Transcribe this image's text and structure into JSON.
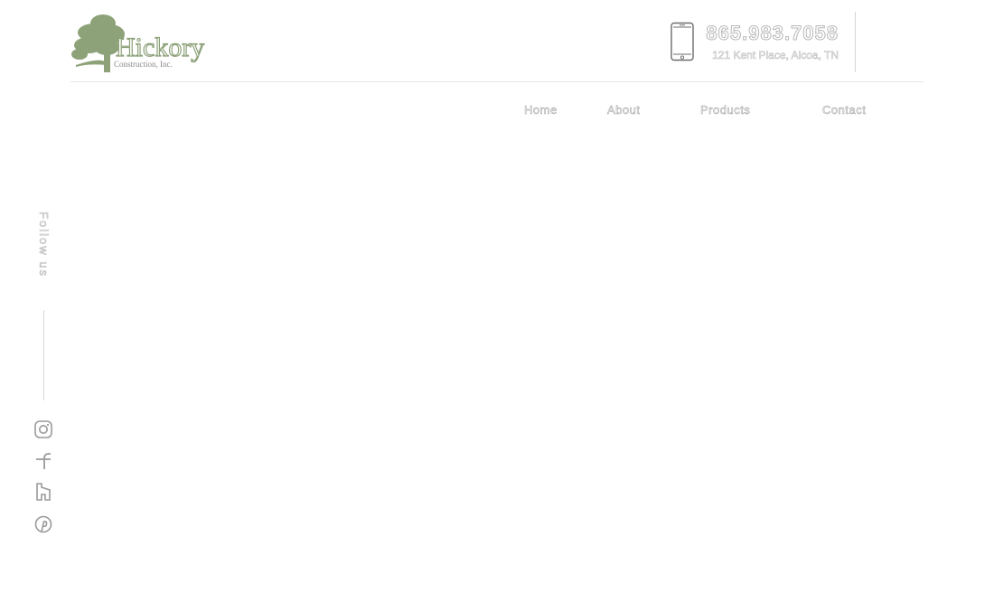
{
  "header": {
    "logo_text": "Hickory",
    "logo_subtext": "Construction, Inc.",
    "phone": "865.983.7058",
    "address": "121 Kent Place, Alcoa, TN"
  },
  "nav": {
    "items": [
      "Home",
      "About",
      "Products",
      "Contact"
    ]
  },
  "social": {
    "follow_label": "Follow us",
    "icons": [
      "instagram-icon",
      "facebook-icon",
      "houzz-icon",
      "pinterest-icon"
    ]
  },
  "colors": {
    "logo_green": "#8ea27a",
    "outline_gray": "#b9b9b9",
    "divider": "#e3e3e3"
  }
}
